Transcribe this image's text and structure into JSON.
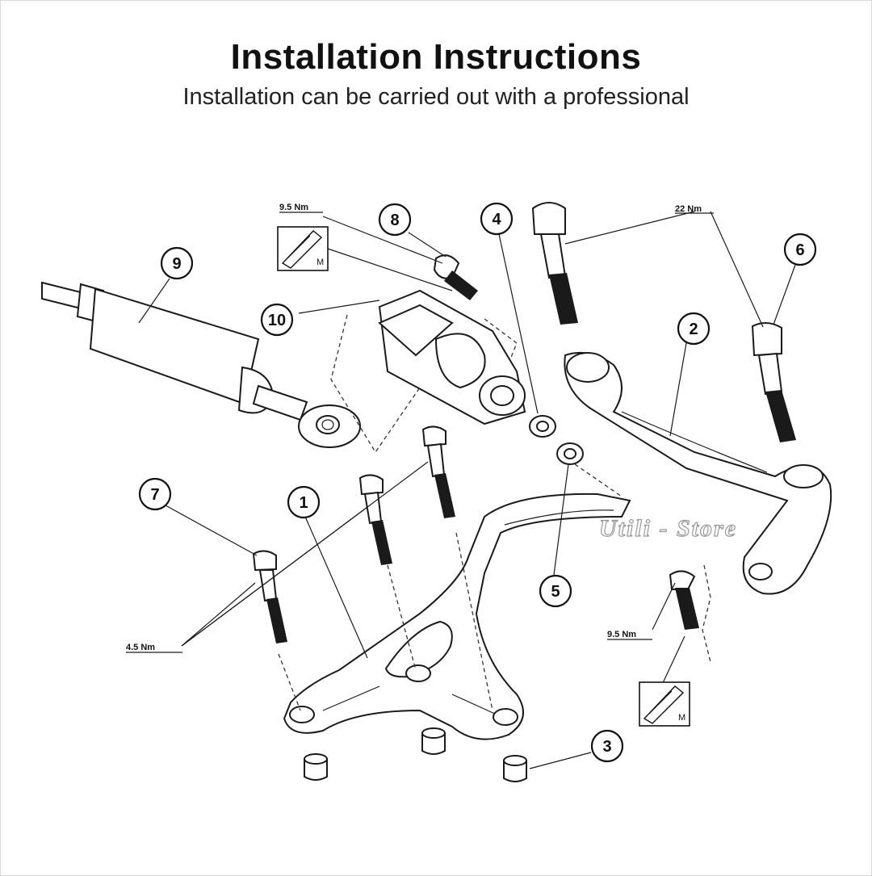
{
  "header": {
    "title": "Installation Instructions",
    "subtitle": "Installation can be carried out with a professional"
  },
  "callouts": {
    "c1": "1",
    "c2": "2",
    "c3": "3",
    "c4": "4",
    "c5": "5",
    "c6": "6",
    "c7": "7",
    "c8": "8",
    "c9": "9",
    "c10": "10"
  },
  "torque": {
    "t_8": "9.5 Nm",
    "t_2_6": "22 Nm",
    "t_7": "4.5 Nm",
    "t_bottom": "9.5 Nm"
  },
  "torque_tool_label": "M",
  "watermark": "Utili - Store"
}
